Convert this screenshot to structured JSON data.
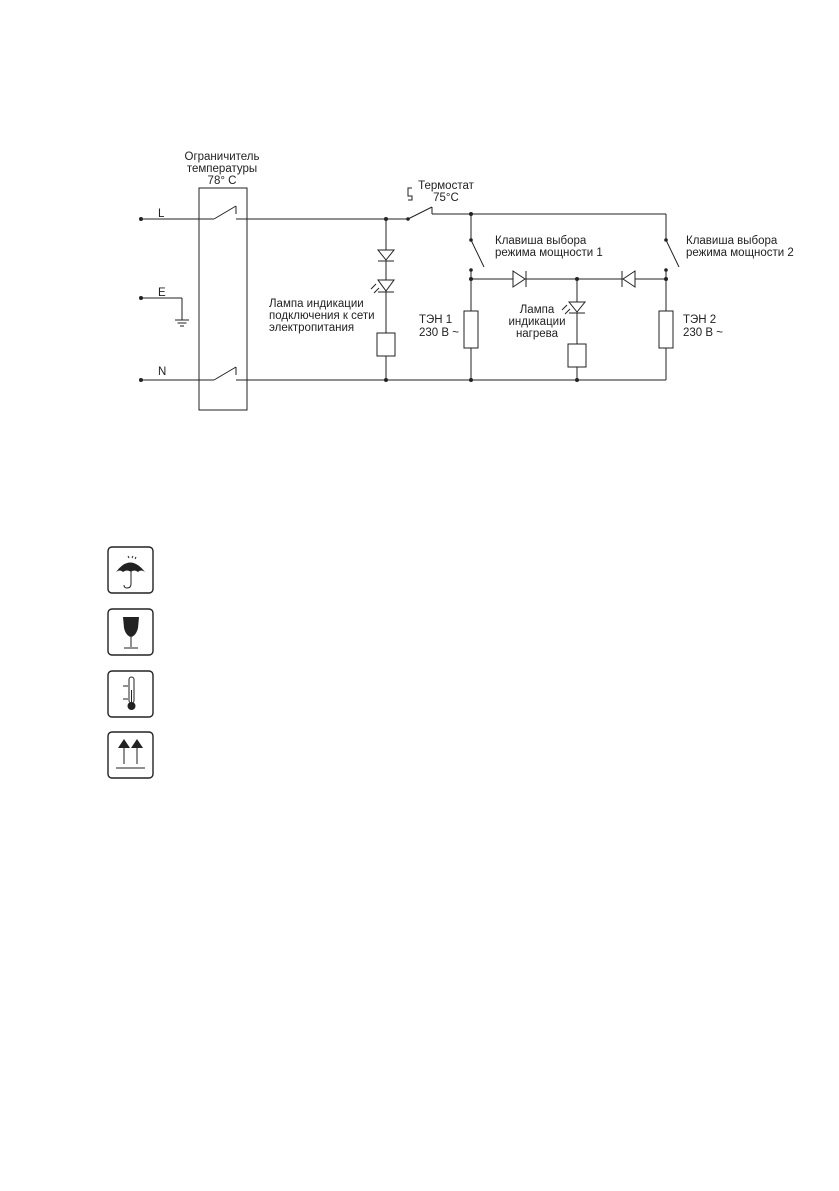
{
  "diagram": {
    "limiter": [
      "Ограничитель",
      "температуры",
      "78° C"
    ],
    "thermostat": [
      "Термостат",
      "75°C"
    ],
    "lines": {
      "L": "L",
      "E": "E",
      "N": "N"
    },
    "switch1": [
      "Клавиша выбора",
      "режима мощности 1"
    ],
    "switch2": [
      "Клавиша выбора",
      "режима мощности 2"
    ],
    "lamp_power": [
      "Лампа индикации",
      "подключения к сети",
      "электропитания"
    ],
    "lamp_heat": [
      "Лампа",
      "индикации",
      "нагрева"
    ],
    "heater1": [
      "ТЭН 1",
      "230 В ~"
    ],
    "heater2": [
      "ТЭН 2",
      "230 В ~"
    ]
  },
  "symbols": [
    {
      "icon": "umbrella-icon"
    },
    {
      "icon": "fragile-glass-icon"
    },
    {
      "icon": "temperature-limit-icon"
    },
    {
      "icon": "this-way-up-icon"
    }
  ]
}
